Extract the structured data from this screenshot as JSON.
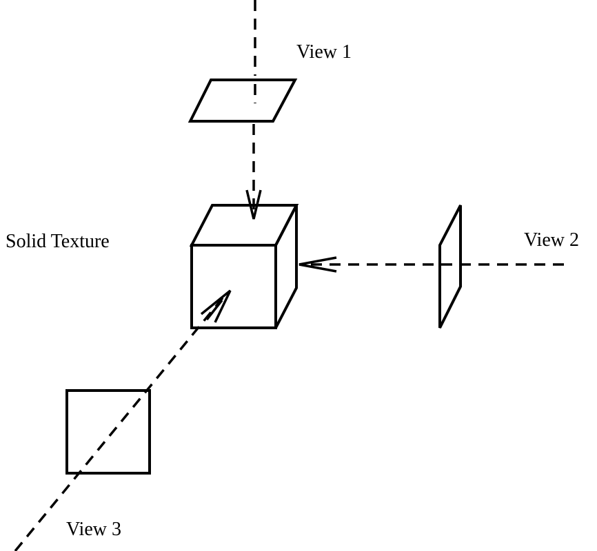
{
  "labels": {
    "view1": "View 1",
    "view2": "View 2",
    "view3": "View 3",
    "solid_texture": "Solid Texture"
  }
}
